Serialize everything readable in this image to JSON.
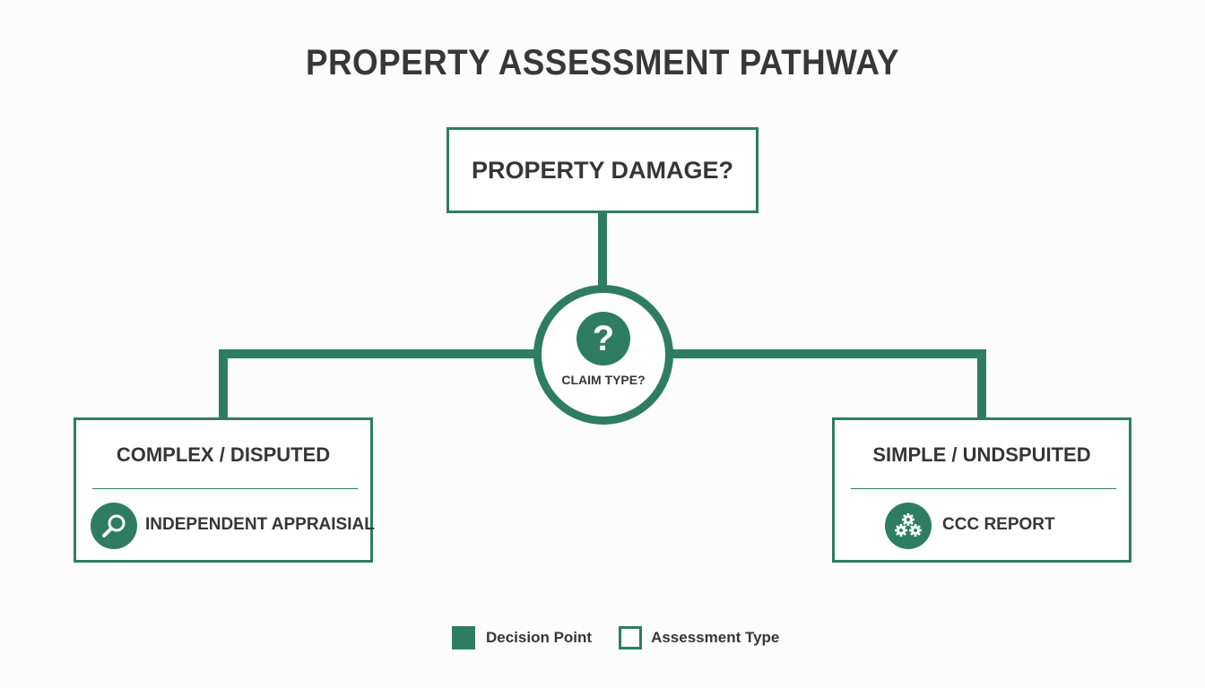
{
  "title": "PROPERTY ASSESSMENT PATHWAY",
  "colors": {
    "accent": "#2e7d62",
    "text": "#363636",
    "background": "#fbfcfb"
  },
  "root": {
    "label": "PROPERTY DAMAGE?"
  },
  "decision": {
    "icon": "question-mark-icon",
    "glyph": "?",
    "label": "CLAIM TYPE?"
  },
  "branches": [
    {
      "title": "COMPLEX / DISPUTED",
      "item_label": "INDEPENDENT APPRAISIAL",
      "icon": "magnifier-icon"
    },
    {
      "title": "SIMPLE / UNDSPUITED",
      "item_label": "CCC REPORT",
      "icon": "gears-icon"
    }
  ],
  "legend": [
    {
      "label": "Decision Point",
      "style": "filled"
    },
    {
      "label": "Assessment Type",
      "style": "outline"
    }
  ]
}
